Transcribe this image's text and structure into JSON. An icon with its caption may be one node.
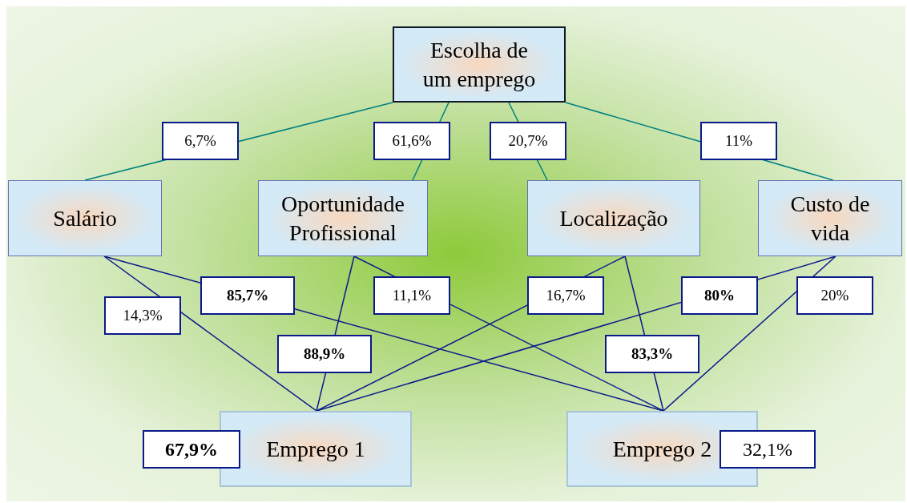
{
  "diagram": {
    "nodes": [
      {
        "text": [
          "Escolha de um emprego"
        ]
      },
      {
        "text": [
          "Salário"
        ]
      },
      {
        "text": [
          "Oportunidade Profissional"
        ]
      },
      {
        "text": [
          "Localização"
        ]
      },
      {
        "text": [
          "Custo de vida"
        ]
      },
      {
        "text": [
          "Emprego 1"
        ],
        "beside": [
          "**67,9%**"
        ]
      },
      {
        "text": [
          "Emprego 2"
        ],
        "beside": [
          "32,1%"
        ]
      }
    ],
    "edges": [
      {
        "from": 0,
        "to": 1,
        "arrow": "none",
        "label": "6,7%",
        "color": "#008080"
      },
      {
        "from": 0,
        "to": 2,
        "arrow": "none",
        "label": "61,6%",
        "color": "#008080"
      },
      {
        "from": 0,
        "to": 3,
        "arrow": "none",
        "label": "20,7%",
        "color": "#008080"
      },
      {
        "from": 0,
        "to": 4,
        "arrow": "none",
        "label": "11%",
        "color": "#008080"
      },
      {
        "from": 1,
        "to": 5,
        "arrow": "none",
        "label": "14,3%"
      },
      {
        "from": 1,
        "to": 6,
        "arrow": "none",
        "label": "**85,7%**"
      },
      {
        "from": 2,
        "to": 5,
        "arrow": "none",
        "label": "**88,9%**"
      },
      {
        "from": 2,
        "to": 6,
        "arrow": "none",
        "label": "11,1%"
      },
      {
        "from": 3,
        "to": 5,
        "arrow": "none",
        "label": "16,7%"
      },
      {
        "from": 3,
        "to": 6,
        "arrow": "none",
        "label": "**83,3%**"
      },
      {
        "from": 4,
        "to": 5,
        "arrow": "none",
        "label": "**80%**"
      },
      {
        "from": 4,
        "to": 6,
        "arrow": "none",
        "label": "20%"
      }
    ]
  }
}
